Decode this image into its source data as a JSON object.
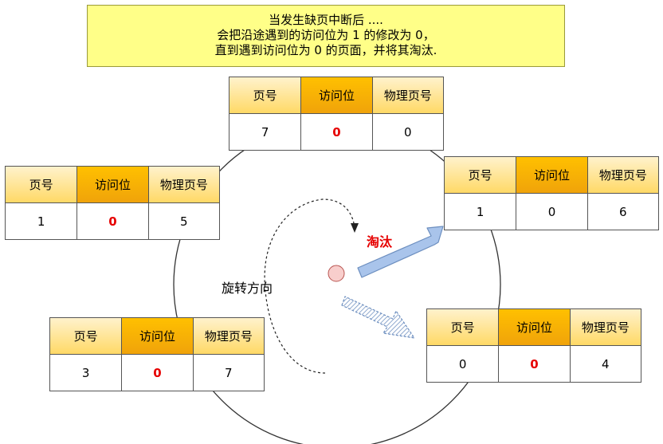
{
  "note": {
    "lines": [
      "当发生缺页中断后 ....",
      "会把沿途遇到的访问位为  1 的修改为 0，",
      "直到遇到访问位为 0 的页面，并将其淘汰."
    ],
    "fill": "#ffff88"
  },
  "columns": [
    "页号",
    "访问位",
    "物理页号"
  ],
  "tables": [
    {
      "id": "top",
      "page": "7",
      "access": "0",
      "frame": "0",
      "access_red": true
    },
    {
      "id": "left",
      "page": "1",
      "access": "0",
      "frame": "5",
      "access_red": true
    },
    {
      "id": "bottom-left",
      "page": "3",
      "access": "0",
      "frame": "7",
      "access_red": true
    },
    {
      "id": "evicted",
      "page": "1",
      "access": "0",
      "frame": "6",
      "access_red": false
    },
    {
      "id": "bottom-right",
      "page": "0",
      "access": "0",
      "frame": "4",
      "access_red": true
    }
  ],
  "labels": {
    "evict": "淘汰",
    "direction": "旋转方向"
  },
  "colors": {
    "header": "#ffd966",
    "header_highlight": "#f0a30a",
    "red": "#e60000",
    "arrow": "#a9c4eb",
    "pointer": "#f8cecc"
  }
}
